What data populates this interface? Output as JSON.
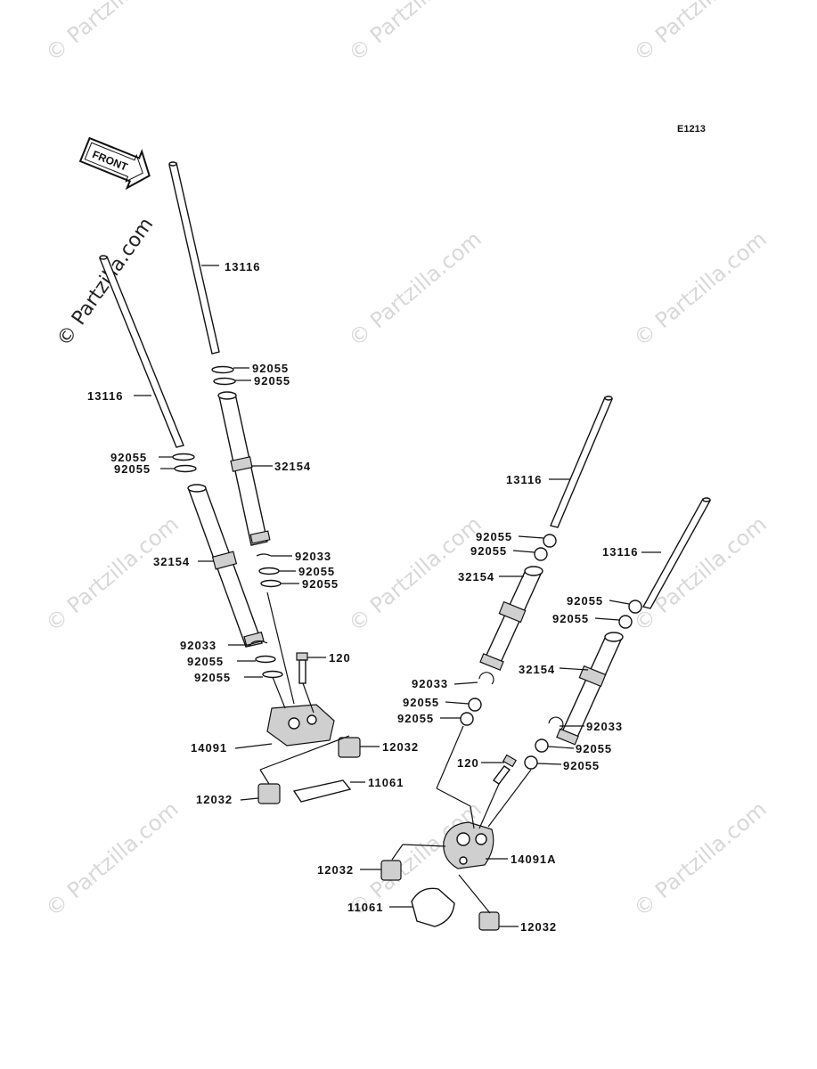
{
  "diagram_code": "E1213",
  "front_label": "FRONT",
  "watermark": "© Partzilla.com",
  "labels": {
    "l13116_a": "13116",
    "l13116_b": "13116",
    "l92055_a1": "92055",
    "l92055_a2": "92055",
    "l92055_b1": "92055",
    "l92055_b2": "92055",
    "l32154_a": "32154",
    "l32154_b": "32154",
    "l92033_a": "92033",
    "l92055_c1": "92055",
    "l92055_c2": "92055",
    "l92033_b": "92033",
    "l92055_d1": "92055",
    "l92055_d2": "92055",
    "l120_a": "120",
    "l14091": "14091",
    "l12032_a": "12032",
    "l12032_b": "12032",
    "l11061_a": "11061",
    "r13116_a": "13116",
    "r13116_b": "13116",
    "r92055_a1": "92055",
    "r92055_a2": "92055",
    "r32154_a": "32154",
    "r92055_b1": "92055",
    "r92055_b2": "92055",
    "r32154_b": "32154",
    "r92033_a": "92033",
    "r92055_c1": "92055",
    "r92055_c2": "92055",
    "r92033_b": "92033",
    "r120": "120",
    "r92055_d1": "92055",
    "r92055_d2": "92055",
    "r14091A": "14091A",
    "r12032_a": "12032",
    "r11061": "11061",
    "r12032_b": "12032"
  }
}
